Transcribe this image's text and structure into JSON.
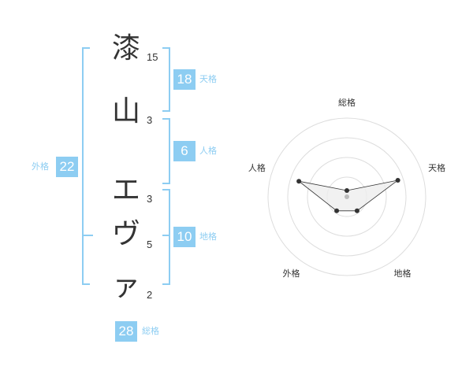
{
  "name_chars": [
    {
      "char": "漆",
      "strokes": "15"
    },
    {
      "char": "山",
      "strokes": "3"
    },
    {
      "char": "エ",
      "strokes": "3"
    },
    {
      "char": "ヴ",
      "strokes": "5"
    },
    {
      "char": "ァ",
      "strokes": "2"
    }
  ],
  "fortunes": {
    "tenkaku": {
      "value": "18",
      "label": "天格"
    },
    "jinkaku": {
      "value": "6",
      "label": "人格"
    },
    "chikaku": {
      "value": "10",
      "label": "地格"
    },
    "gaikaku": {
      "value": "22",
      "label": "外格"
    },
    "soukaku": {
      "value": "28",
      "label": "総格"
    }
  },
  "chart_data": {
    "type": "radar",
    "axes": [
      "総格",
      "天格",
      "地格",
      "外格",
      "人格"
    ],
    "max": 5,
    "levels": 4,
    "values": [
      0.4,
      3.4,
      1.1,
      1.1,
      3.2
    ],
    "colors": {
      "grid": "#dddddd",
      "fill": "#eeeeee",
      "line": "#333333",
      "center": "#bbbbbb"
    }
  },
  "colors": {
    "accent": "#8dcdf2",
    "text": "#333333"
  }
}
